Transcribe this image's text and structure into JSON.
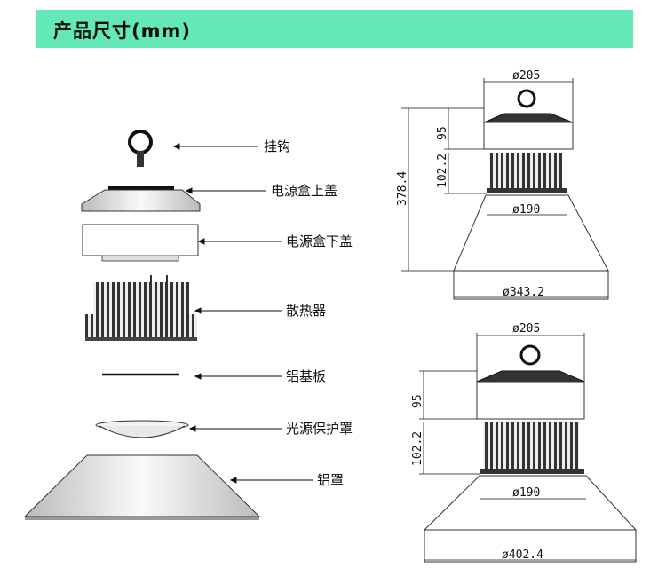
{
  "header": {
    "title": "产品尺寸(mm)"
  },
  "parts": {
    "hook": "挂钩",
    "power_box_top": "电源盒上盖",
    "power_box_bottom": "电源盒下盖",
    "heatsink": "散热器",
    "aluminum_plate": "铝基板",
    "light_cover": "光源保护罩",
    "aluminum_shade": "铝罩"
  },
  "top_view": {
    "top_width": "ø205",
    "box_height": "95",
    "heatsink_height": "102.2",
    "total_height": "378.4",
    "heatsink_width": "ø190",
    "shade_width": "ø343.2"
  },
  "bottom_view": {
    "top_width": "ø205",
    "box_height": "95",
    "heatsink_height": "102.2",
    "heatsink_width": "ø190",
    "shade_width": "ø402.4"
  }
}
